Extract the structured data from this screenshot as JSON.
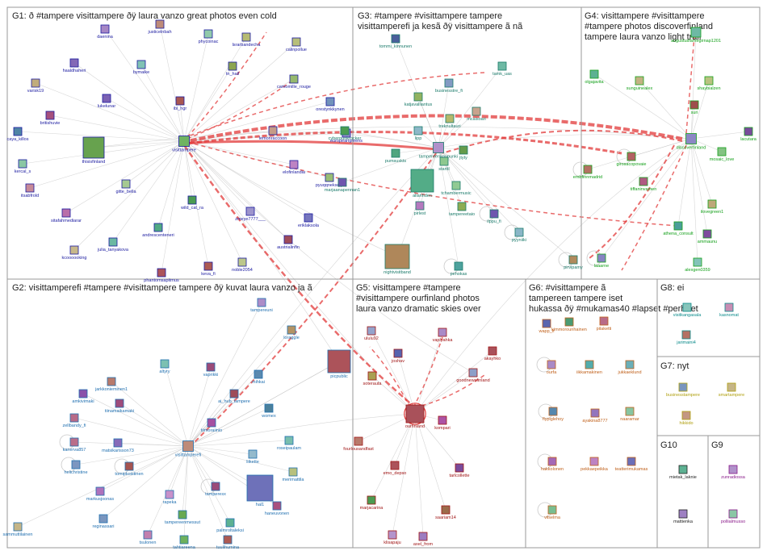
{
  "colors": {
    "g1": "#1a1aa0",
    "g2": "#1f6fb0",
    "g3": "#1a7a6a",
    "g4": "#14a01a",
    "g5": "#a01414",
    "g6": "#c0601a",
    "g7": "#b0a010",
    "g8": "#0a8a8a",
    "g9": "#8a1a8a",
    "g10": "#222222",
    "edge": "#bdbdbd",
    "edge_strong": "#e23a3a"
  },
  "groups": [
    {
      "id": "g1",
      "title": "G1: ð #tampere visittampere ðÿ laura vanzo great photos even cold"
    },
    {
      "id": "g2",
      "title": "G2: visittamperefi #tampere #visittampere tampere ðÿ kuvat laura vanzo ja ã"
    },
    {
      "id": "g3",
      "title": "G3: #tampere #visittampere tampere visittamperefi ja kesã ðÿ visittampere ã nã"
    },
    {
      "id": "g4",
      "title": "G4: visittampere #visittampere #tampere photos discoverfinland tampere laura vanzo light trail"
    },
    {
      "id": "g5",
      "title": "G5: visittampere #tampere #visittampere ourfinland photos laura vanzo dramatic skies over"
    },
    {
      "id": "g6",
      "title": "G6: #visittampere ã tampereen tampere iset hukassa ðÿ #mukamas40 #lapset #perheet"
    },
    {
      "id": "g7",
      "title": "G7: nyt"
    },
    {
      "id": "g8",
      "title": "G8: ei"
    },
    {
      "id": "g9",
      "title": "G9"
    },
    {
      "id": "g10",
      "title": "G10"
    }
  ],
  "nodes": {
    "g1": [
      "daenina",
      "justicelnbah",
      "phycoinac",
      "lsrarbandecha",
      "calinpollue",
      "bymaike",
      "haaldhaheri",
      "camomille_rouge",
      "tn_hall",
      "varisk19",
      "lukelunar",
      "ibi_hgr",
      "orestynkkynen",
      "britishuvie",
      "lemonraccoon",
      "caya_killos",
      "thisisfinland",
      "visittampere",
      "europeangreens",
      "kercal_s",
      "elofinlandia",
      "pyuqqneksqtp",
      "itsabfrold",
      "gitte_bella",
      "wild_cat_ra",
      "zmeye7777___",
      "eriklaksola",
      "sitafahmediarar",
      "andrescenteneri",
      "julia_tanyakova",
      "austrialinfin",
      "kcoooooking",
      "noble2054",
      "keva_fi",
      "phantomsapitmus"
    ],
    "g2": [
      "tampereuni",
      "loraggle",
      "altyry",
      "vaprikki",
      "mihkai",
      "jarkkonieminen1",
      "amkivimaki",
      "tiinamaikamaki",
      "ai_hub_tampere",
      "picpublic",
      "womex",
      "zellbandy_fi",
      "tiimoraiinio",
      "kanerva857",
      "matsikarisson73",
      "visittamperefi",
      "roseipaulam",
      "helichristine",
      "liikette",
      "merimattila",
      "tomipkoistinen",
      "markusjoonas",
      "rapeka",
      "tamperesx",
      "hal1",
      "reginassari",
      "haneuvonen",
      "tampereenmessut",
      "palmroltaleksi",
      "tuulihumina",
      "tsulonen",
      "tahtiareena",
      "sammuttilainen"
    ],
    "g3": [
      "tommi_kinnunen",
      "tamk_uas",
      "businesstre_fi",
      "katjavalliantus",
      "mcaisoari",
      "treknultauri",
      "cyberpunkrocker",
      "marjaanapennan1",
      "tampereenkaupunki",
      "pumsuskts",
      "jtyty",
      "allanhden",
      "starttl",
      "tchambermusic",
      "pirlest",
      "tampereetaio",
      "ilppu_fi",
      "pyyniiki",
      "nightvisitband",
      "pehokas",
      "pirvipamy",
      "lipp"
    ],
    "g4": [
      "augustusfamegirnap1201",
      "olgajavita",
      "sunguinealex",
      "shaybialzen",
      "suri",
      "lacutara",
      "discoverfinland",
      "mosaic_love",
      "girosacopovaie",
      "embfinnmadrid",
      "tiffaninvamen",
      "ilovegreen1",
      "athena_consult",
      "ammaunu",
      "laaarne",
      "alexgen0359"
    ],
    "g5": [
      "ululu92",
      "vaplyahka",
      "joshav",
      "akayhko",
      "goodnewsfinland",
      "soterauta",
      "ourfinland",
      "kompari",
      "fourlousandfast",
      "emo_depso",
      "tarlcollette",
      "marjacarina",
      "saariam14",
      "klisapaju",
      "axel_from"
    ],
    "g6": [
      "wapp_fi",
      "kimmorounhainen",
      "pilaketti",
      "ourfa",
      "iikkamakinen",
      "jukkaeklund",
      "flypiglehoy",
      "ayakina8777",
      "naaramar",
      "hakkolonen",
      "pekkaepeikka",
      "teatterimukamas",
      "vilselma"
    ],
    "g7": [
      "businesstampere",
      "smartampere",
      "hikkido"
    ],
    "g8": [
      "visitkangasala",
      "kasnomat",
      "jarimaini4"
    ],
    "g9": [
      "zunradiossa",
      "pollialmusso"
    ],
    "g10": [
      "mietak_laknie",
      "mattienka"
    ]
  }
}
